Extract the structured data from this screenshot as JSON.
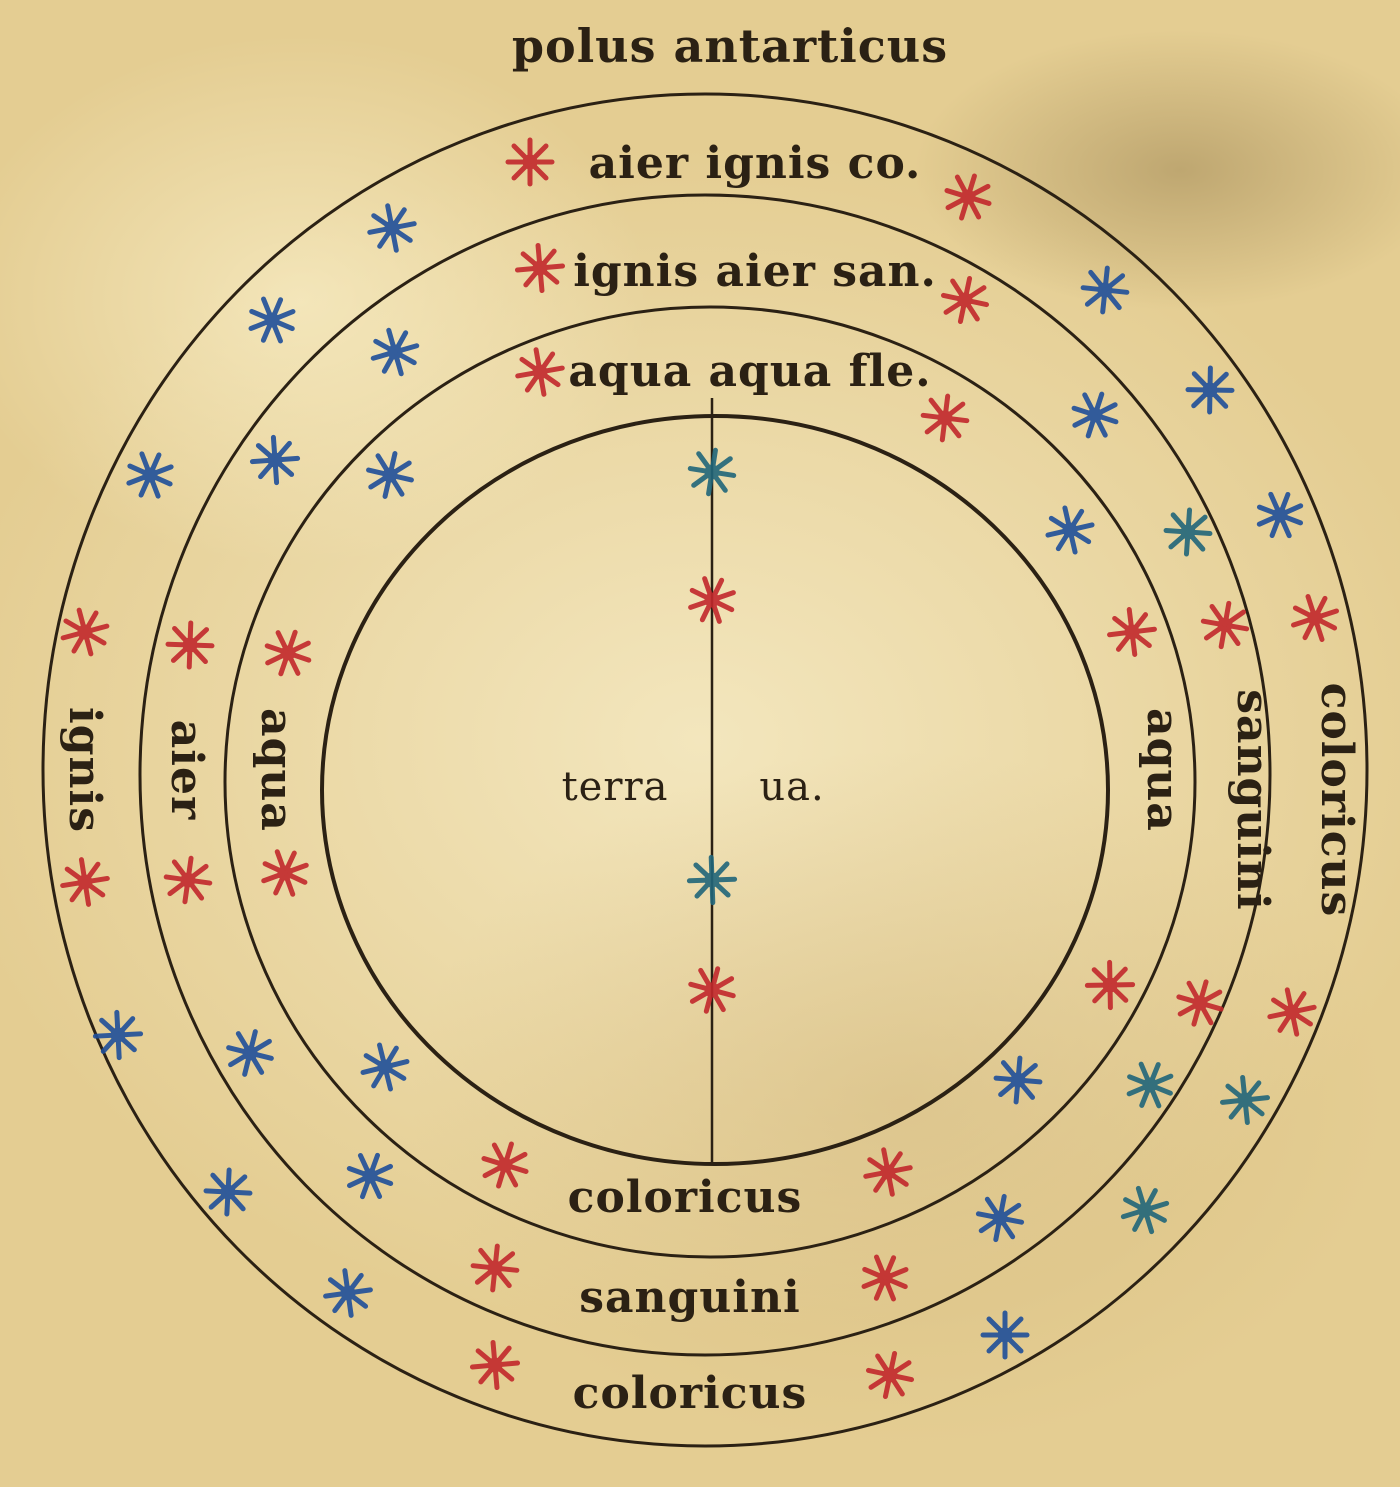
{
  "pole_label": "polus antarticus",
  "center": {
    "left": "terra",
    "right": "ua."
  },
  "top_labels": {
    "outer": "aier ignis co.",
    "middle": "ignis aier san.",
    "inner": "aqua aqua fle."
  },
  "bottom_labels": {
    "inner": "coloricus",
    "middle": "sanguini",
    "outer": "coloricus"
  },
  "left_labels": {
    "outer": "ignis",
    "middle": "aier",
    "inner": "aqua"
  },
  "right_labels": {
    "inner": "aqua",
    "middle": "sanguini",
    "outer": "coloricus"
  },
  "colors": {
    "ink": "#2b2114",
    "star_red": "#c2282c",
    "star_blue": "#1f4f9a",
    "star_teal": "#21667a",
    "parchment": "#efe0b0"
  },
  "star_shape": "asterisk-star"
}
